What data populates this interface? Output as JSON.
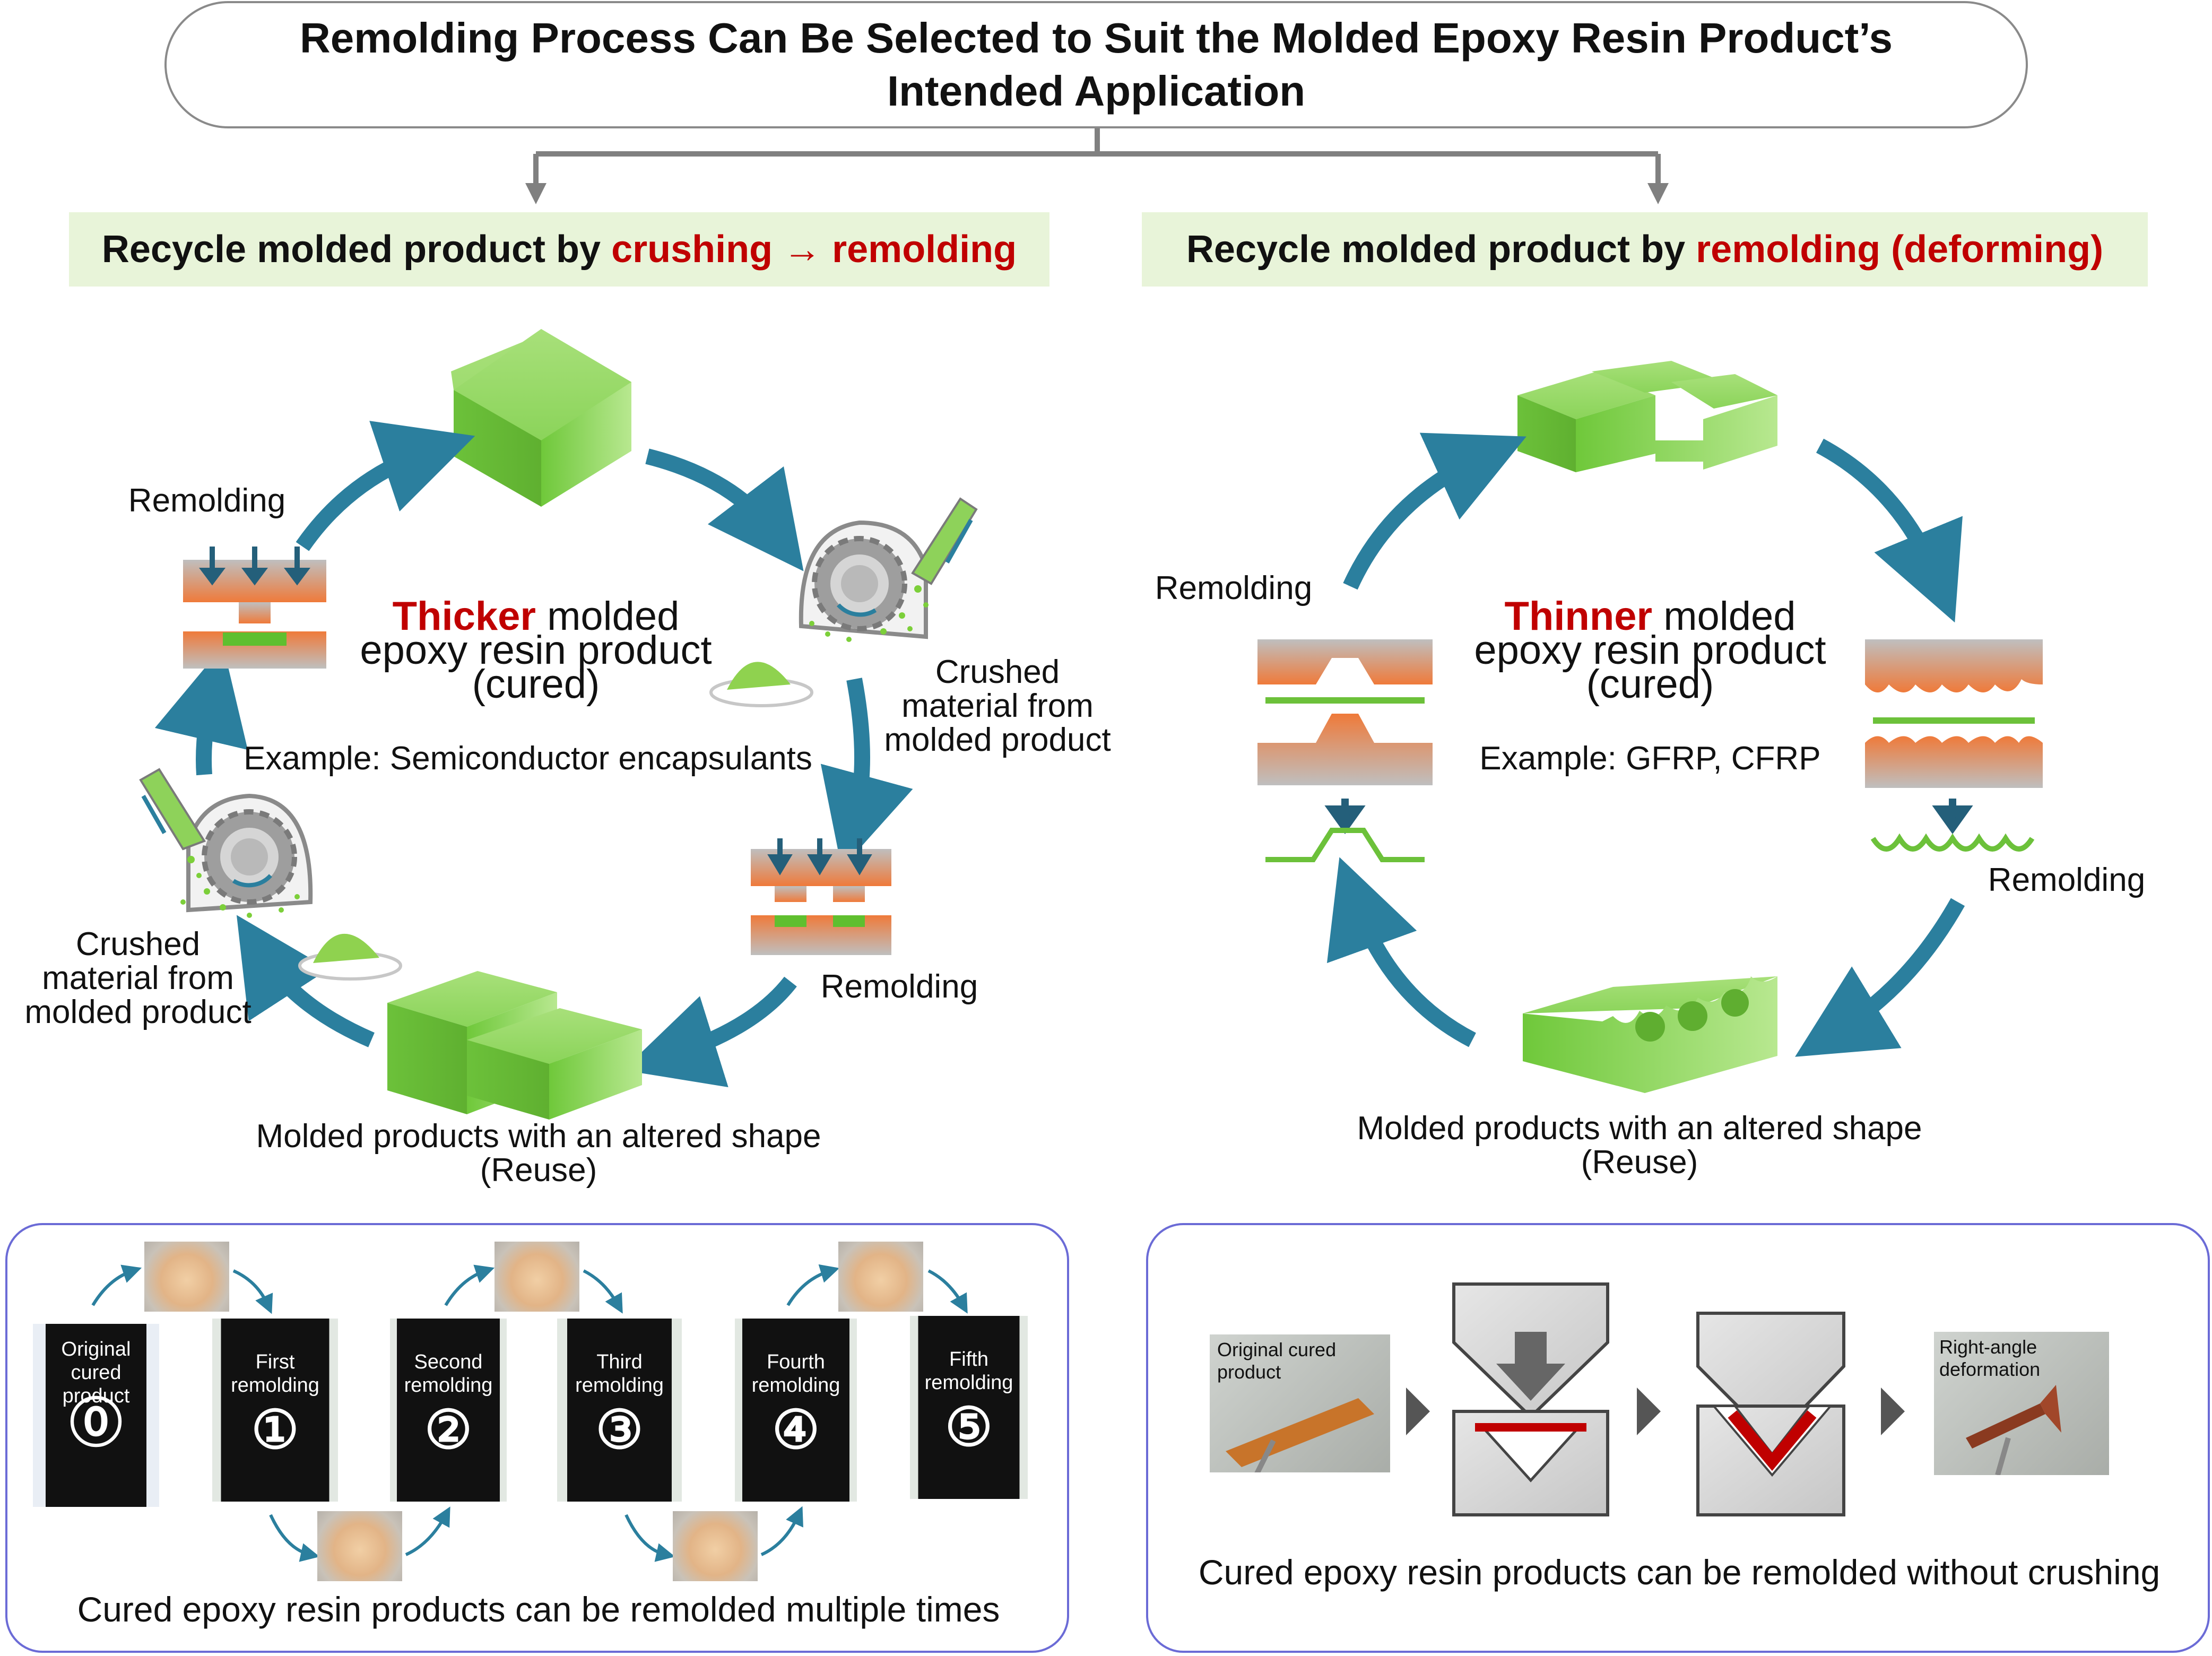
{
  "title": {
    "line1": "Remolding Process Can Be Selected to Suit the Molded Epoxy Resin Product’s",
    "line2": "Intended Application"
  },
  "left": {
    "banner_prefix": "Recycle molded product by ",
    "banner_highlight": "crushing → remolding",
    "center_highlight": "Thicker",
    "center_rest": " molded",
    "center_line2": "epoxy resin product",
    "center_line3": "(cured)",
    "example": "Example: Semiconductor encapsulants",
    "remolding_top": "Remolding",
    "remolding_right": "Remolding",
    "crushed_right": [
      "Crushed",
      "material from",
      "molded product"
    ],
    "crushed_left": [
      "Crushed",
      "material from",
      "molded product"
    ],
    "altered_shape": "Molded products with an altered shape",
    "reuse": "(Reuse)",
    "panel_caption": "Cured epoxy resin products can be remolded multiple times",
    "photos": [
      {
        "label": [
          "Original",
          "cured",
          "product"
        ],
        "number": "⓪"
      },
      {
        "label": [
          "First",
          "remolding"
        ],
        "number": "①"
      },
      {
        "label": [
          "Second",
          "remolding"
        ],
        "number": "②"
      },
      {
        "label": [
          "Third",
          "remolding"
        ],
        "number": "③"
      },
      {
        "label": [
          "Fourth",
          "remolding"
        ],
        "number": "④"
      },
      {
        "label": [
          "Fifth",
          "remolding"
        ],
        "number": "⑤"
      }
    ]
  },
  "right": {
    "banner_prefix": "Recycle molded product by ",
    "banner_highlight": "remolding (deforming)",
    "center_highlight": "Thinner",
    "center_rest": " molded",
    "center_line2": "epoxy resin product",
    "center_line3": "(cured)",
    "example": "Example: GFRP, CFRP",
    "remolding_left": "Remolding",
    "remolding_right": "Remolding",
    "altered_shape": "Molded products with an altered shape",
    "reuse": "(Reuse)",
    "panel_caption": "Cured epoxy resin products can be remolded without crushing",
    "original_label": [
      "Original cured",
      "product"
    ],
    "deform_label": [
      "Right-angle",
      "deformation"
    ]
  },
  "colors": {
    "green": "#7ccf3a",
    "arrow_blue": "#2b7f9e",
    "orange": "#ee7a3c",
    "red": "#c00000",
    "banner_bg": "#e8f4d9",
    "panel_border": "#6b6bd6"
  }
}
